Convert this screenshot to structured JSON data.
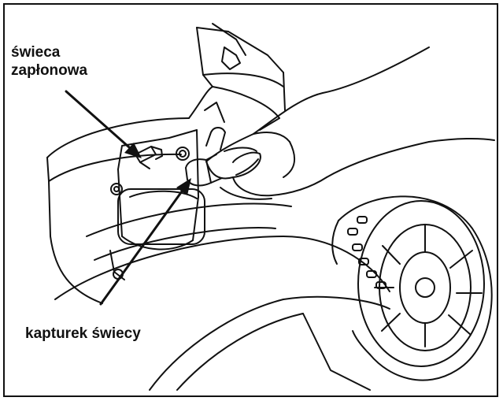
{
  "labels": {
    "spark_plug_line1": "świeca",
    "spark_plug_line2": "zapłonowa",
    "plug_cap": "kapturek świecy"
  },
  "colors": {
    "line": "#111111",
    "background": "#ffffff"
  }
}
